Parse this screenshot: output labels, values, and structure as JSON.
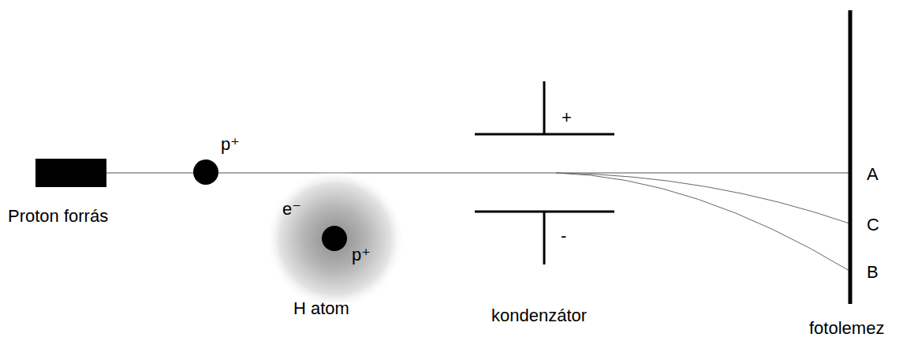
{
  "diagram": {
    "nodes": [
      {
        "text": [
          "Proton forrás"
        ]
      }
    ],
    "labels": [
      "p⁺",
      "e⁻",
      "p⁺",
      "H atom",
      "+",
      "-",
      "kondenzátor",
      "A",
      "C",
      "B",
      "fotolemez"
    ]
  }
}
